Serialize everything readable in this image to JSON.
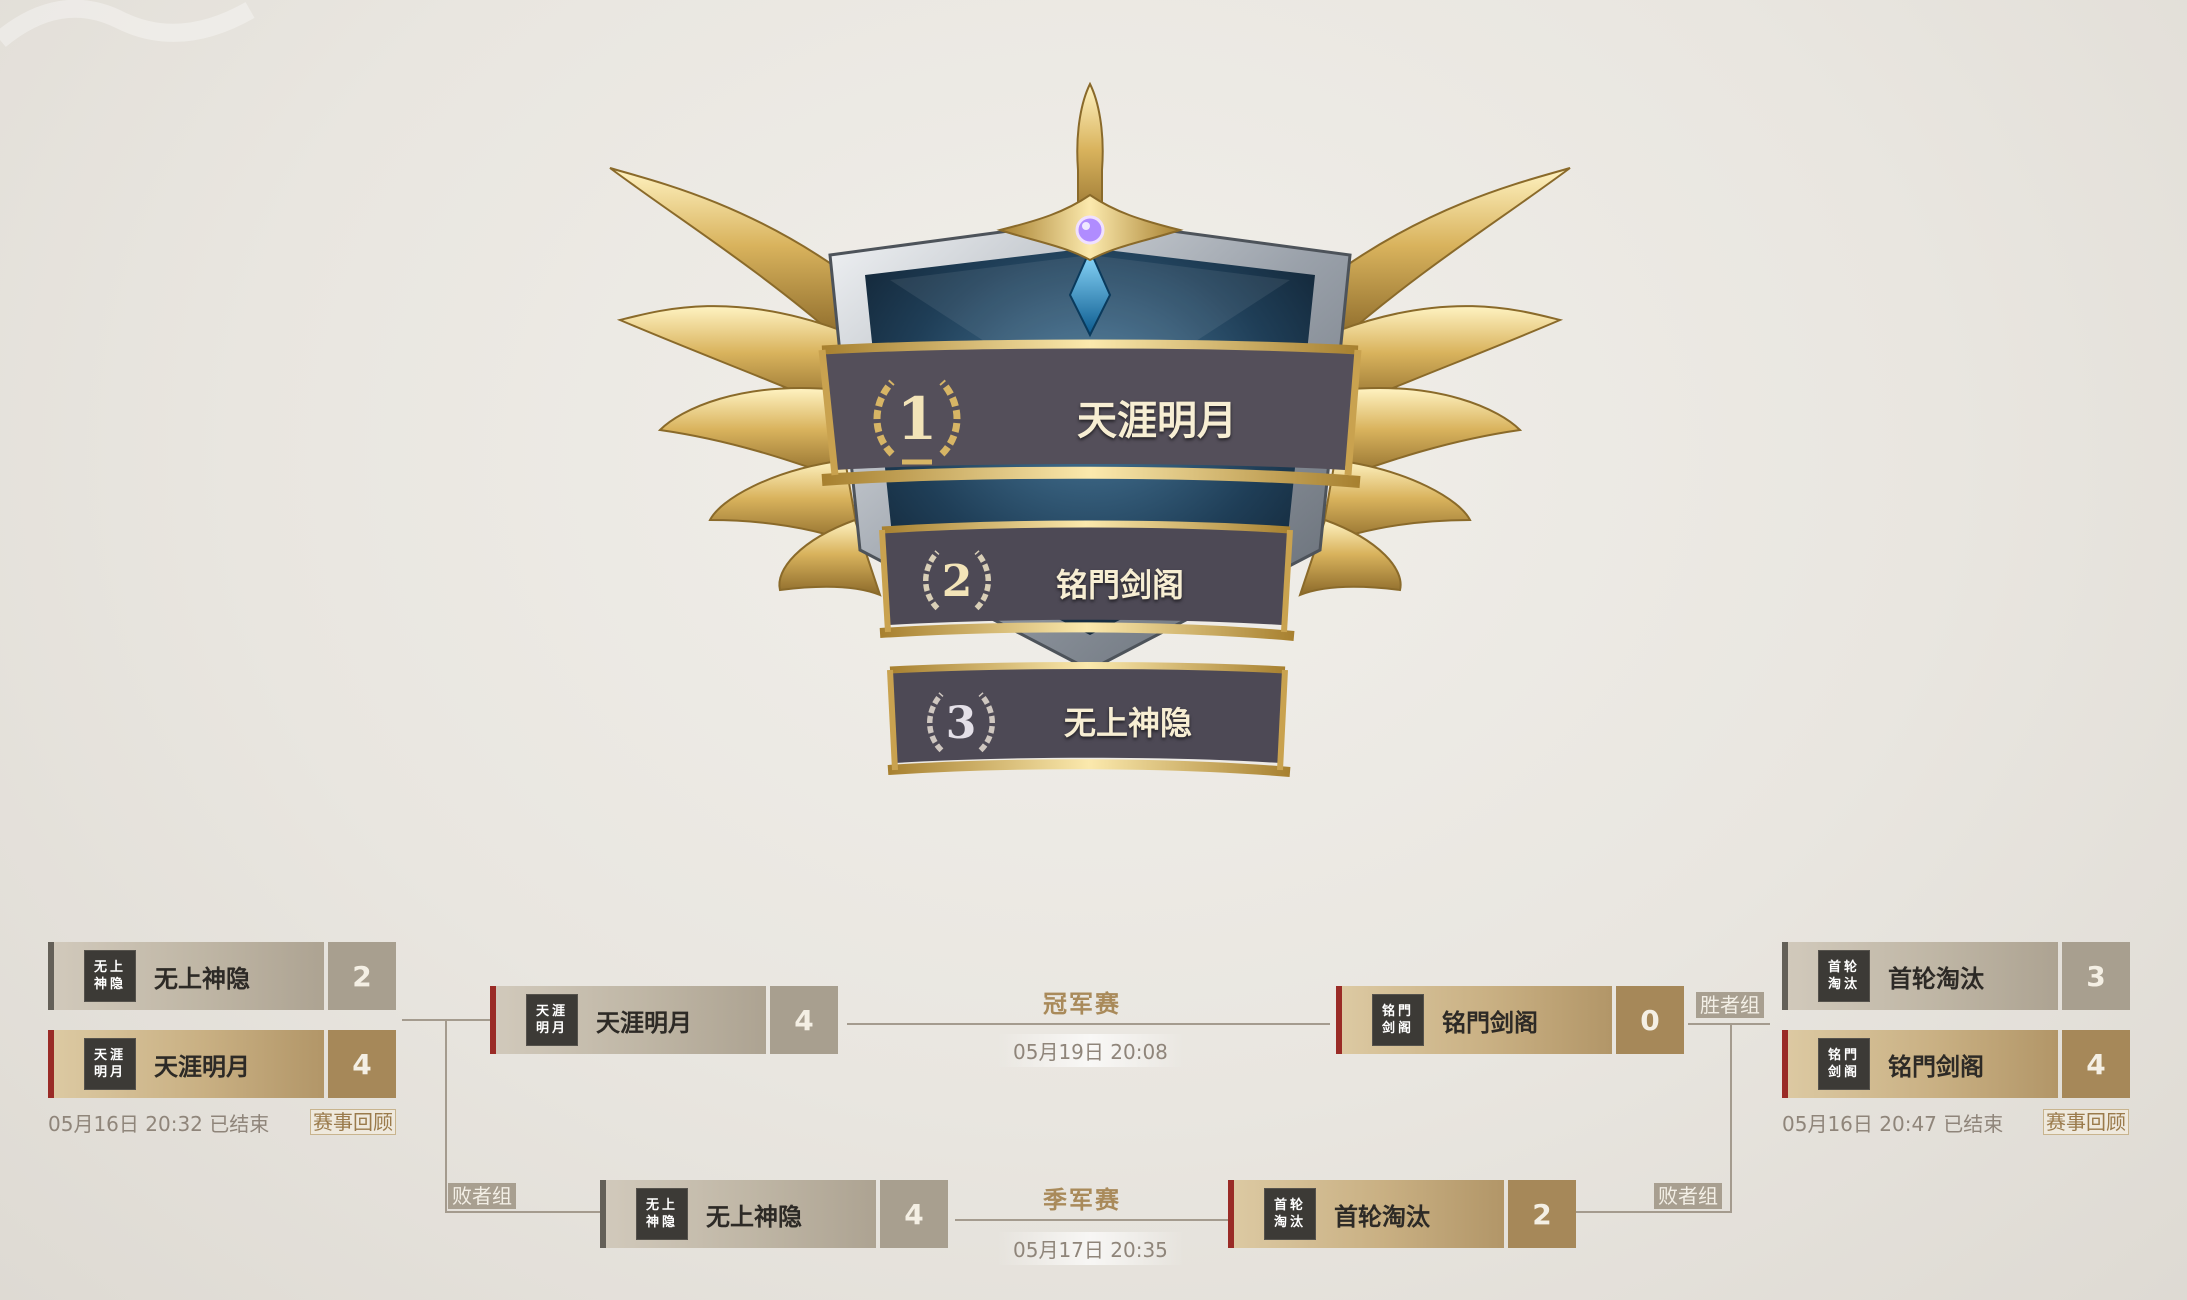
{
  "podium": [
    {
      "rank": "1",
      "team": "天涯明月"
    },
    {
      "rank": "2",
      "team": "铭門剑阁"
    },
    {
      "rank": "3",
      "team": "无上神隐"
    }
  ],
  "bracket": {
    "left_match": {
      "team_a": {
        "logo": [
          "无上",
          "神隐"
        ],
        "name": "无上神隐",
        "score": "2"
      },
      "team_b": {
        "logo": [
          "天涯",
          "明月"
        ],
        "name": "天涯明月",
        "score": "4"
      },
      "time": "05月16日 20:32 已结束",
      "review": "赛事回顾"
    },
    "right_match": {
      "team_a": {
        "logo": [
          "首轮",
          "淘汰"
        ],
        "name": "首轮淘汰",
        "score": "3"
      },
      "team_b": {
        "logo": [
          "铭門",
          "剑阁"
        ],
        "name": "铭門剑阁",
        "score": "4"
      },
      "time": "05月16日 20:47 已结束",
      "review": "赛事回顾"
    },
    "final": {
      "title": "冠军赛",
      "time": "05月19日 20:08",
      "team_a": {
        "logo": [
          "天涯",
          "明月"
        ],
        "name": "天涯明月",
        "score": "4"
      },
      "team_b": {
        "logo": [
          "铭門",
          "剑阁"
        ],
        "name": "铭門剑阁",
        "score": "0"
      },
      "winner_group_tag": "胜者组"
    },
    "third_place": {
      "title": "季军赛",
      "time": "05月17日 20:35",
      "team_a": {
        "logo": [
          "无上",
          "神隐"
        ],
        "name": "无上神隐",
        "score": "4"
      },
      "team_b": {
        "logo": [
          "首轮",
          "淘汰"
        ],
        "name": "首轮淘汰",
        "score": "2"
      },
      "loser_group_tag_left": "败者组",
      "loser_group_tag_right": "败者组"
    }
  }
}
